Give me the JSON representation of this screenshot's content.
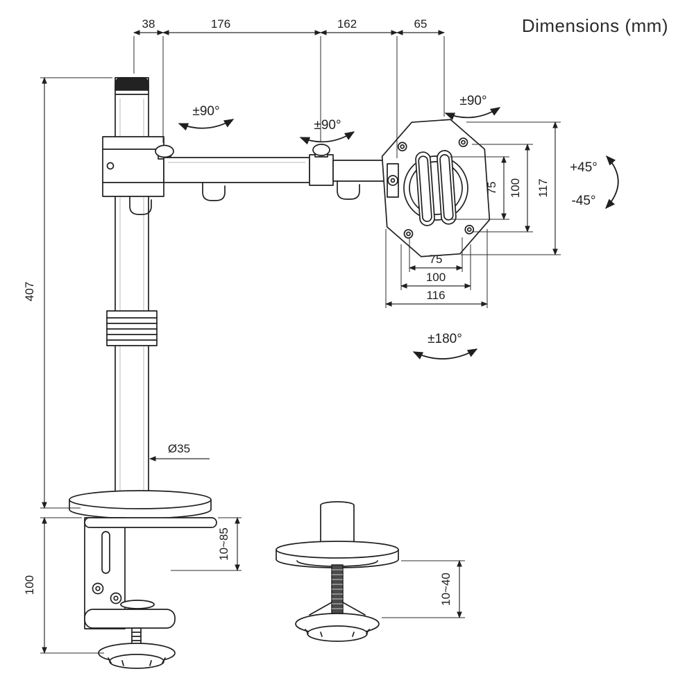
{
  "title": "Dimensions (mm)",
  "top_dims": {
    "seg1": "38",
    "seg2": "176",
    "seg3": "162",
    "seg4": "65"
  },
  "side_dims": {
    "pole_height": "407",
    "clamp_height": "100"
  },
  "pole": {
    "diameter": "Ø35"
  },
  "vesa": {
    "right": {
      "inner": "75",
      "outer": "100",
      "overall": "117"
    },
    "bottom": {
      "inner": "75",
      "outer": "100",
      "overall": "116"
    }
  },
  "ranges": {
    "desk_clamp": "10~85",
    "grommet": "10~40"
  },
  "rotations": {
    "joint1": "±90°",
    "joint2": "±90°",
    "vesa_pivot": "±90°",
    "tilt_up": "+45°",
    "tilt_down": "-45°",
    "plate_spin": "±180°"
  }
}
